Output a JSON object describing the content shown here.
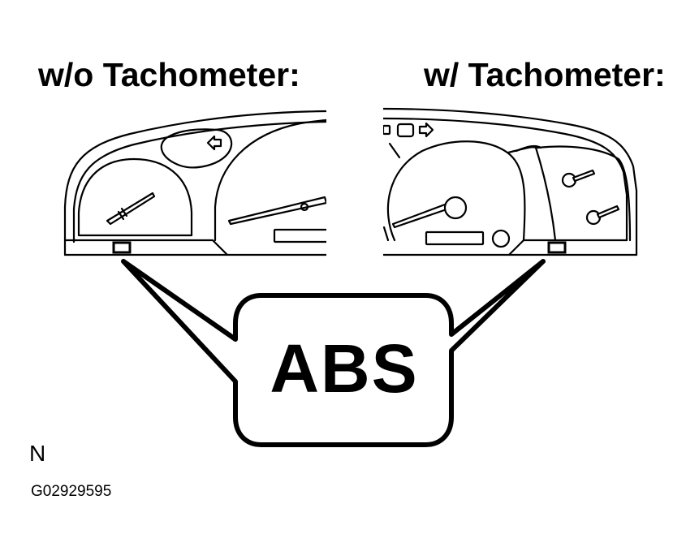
{
  "headings": {
    "without_tachometer": "w/o Tachometer:",
    "with_tachometer": "w/ Tachometer:"
  },
  "callout": {
    "text": "ABS"
  },
  "footer": {
    "letter": "N",
    "figure_code": "G02929595"
  },
  "colors": {
    "line": "#000000",
    "background": "#ffffff"
  }
}
